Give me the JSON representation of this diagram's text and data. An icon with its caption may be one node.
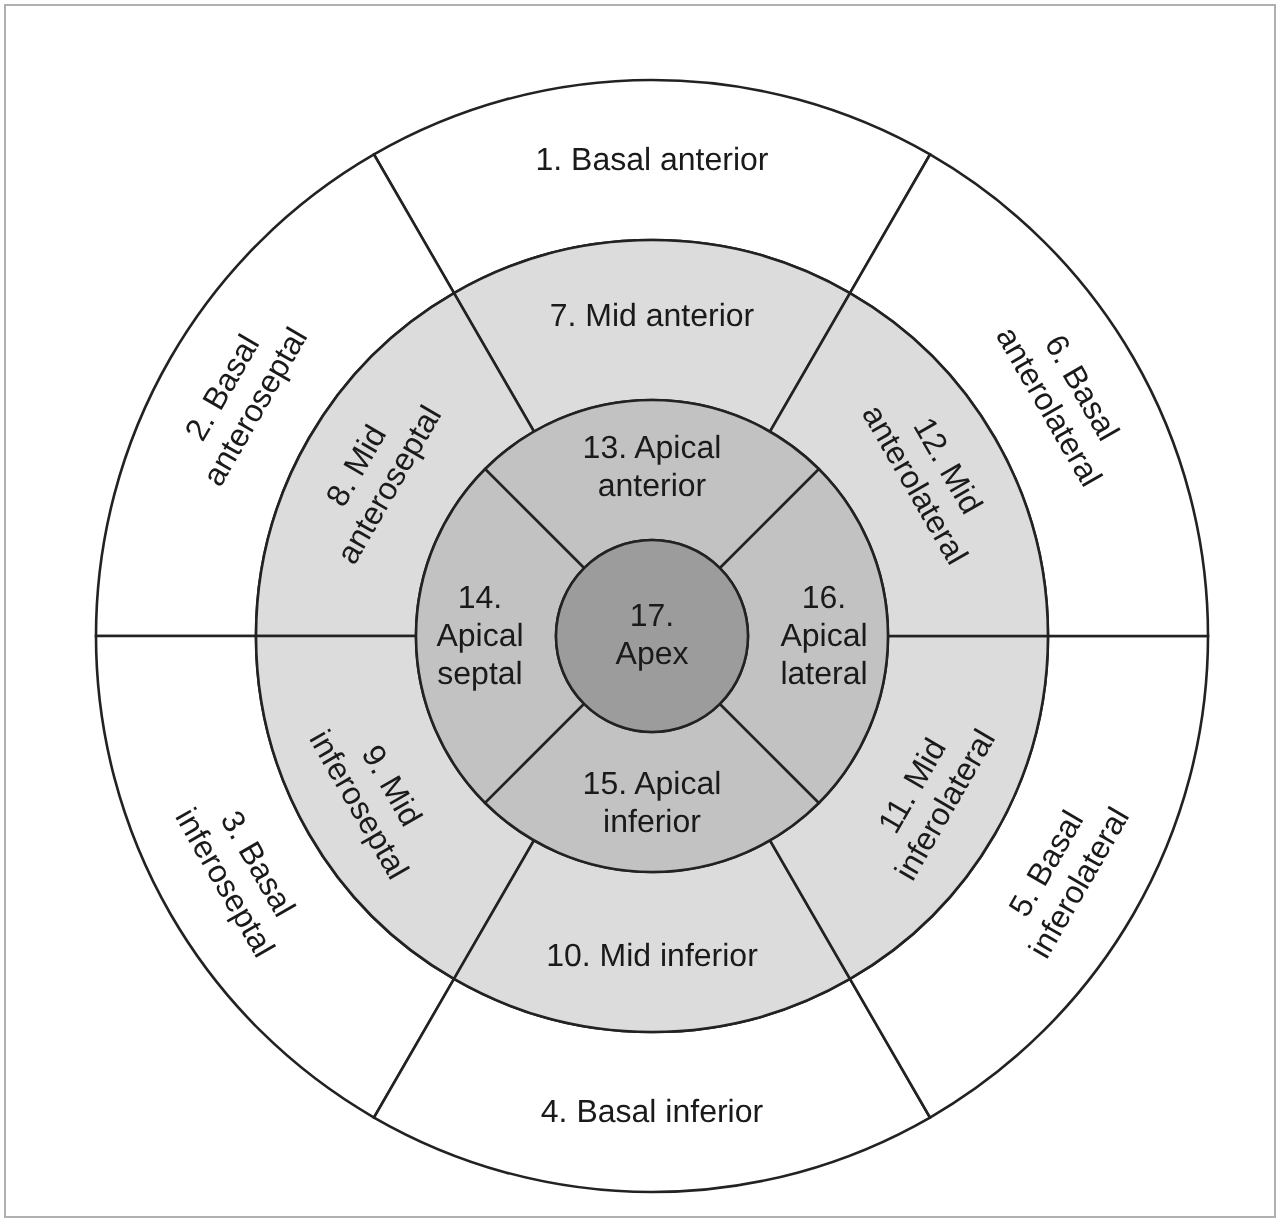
{
  "diagram": {
    "nodes": [
      {
        "text": [
          "1. Basal anterior"
        ]
      },
      {
        "text": [
          "2. Basal anteroseptal"
        ]
      },
      {
        "text": [
          "3. Basal inferoseptal"
        ]
      },
      {
        "text": [
          "4. Basal inferior"
        ]
      },
      {
        "text": [
          "5. Basal inferolateral"
        ]
      },
      {
        "text": [
          "6. Basal anterolateral"
        ]
      },
      {
        "text": [
          "7. Mid anterior"
        ]
      },
      {
        "text": [
          "8. Mid anteroseptal"
        ]
      },
      {
        "text": [
          "9. Mid inferoseptal"
        ]
      },
      {
        "text": [
          "10. Mid inferior"
        ]
      },
      {
        "text": [
          "11. Mid inferolateral"
        ]
      },
      {
        "text": [
          "12. Mid anterolateral"
        ]
      },
      {
        "text": [
          "13. Apical anterior"
        ]
      },
      {
        "text": [
          "14. Apical septal"
        ]
      },
      {
        "text": [
          "15. Apical inferior"
        ]
      },
      {
        "text": [
          "16. Apical lateral"
        ]
      },
      {
        "text": [
          "17. Apex"
        ]
      }
    ]
  }
}
